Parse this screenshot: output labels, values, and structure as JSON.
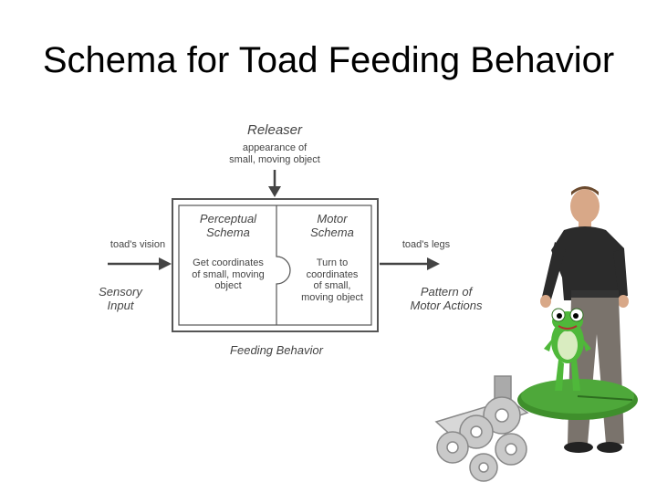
{
  "slide": {
    "title": "Schema for Toad Feeding Behavior"
  },
  "diagram": {
    "releaser": {
      "title": "Releaser",
      "text": "appearance of\nsmall, moving object"
    },
    "perceptual": {
      "title": "Perceptual\nSchema",
      "text": "Get coordinates\nof small, moving\nobject"
    },
    "motor": {
      "title": "Motor\nSchema",
      "text": "Turn to\ncoordinates\nof small,\nmoving object"
    },
    "input": {
      "channel": "toad's vision",
      "label": "Sensory\nInput"
    },
    "output": {
      "channel": "toad's legs",
      "label": "Pattern of\nMotor Actions"
    },
    "caption": "Feeding Behavior"
  },
  "colors": {
    "ink": "#444444",
    "person_shirt": "#2b2b2b",
    "person_pants": "#7a736c",
    "frog": "#4fb83a",
    "lilypad": "#3f8f2c",
    "gears": "#c9c9c9"
  },
  "icons": [
    "person-figure",
    "frog-figure",
    "lilypad",
    "gears-robot"
  ]
}
